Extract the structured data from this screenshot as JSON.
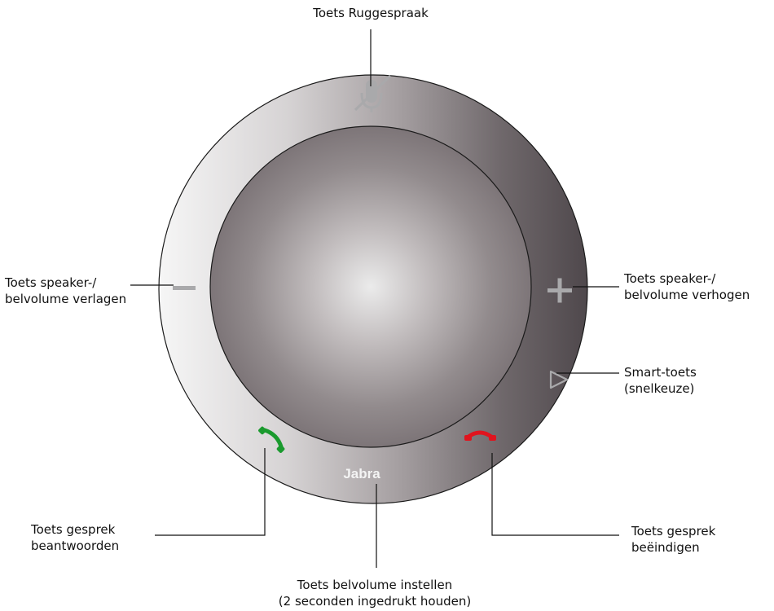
{
  "device": {
    "brand": "Jabra"
  },
  "labels": {
    "mute": {
      "line1": "Toets Ruggespraak"
    },
    "vol_down": {
      "line1": "Toets speaker-/",
      "line2": "belvolume verlagen"
    },
    "vol_up": {
      "line1": "Toets speaker-/",
      "line2": "belvolume verhogen"
    },
    "smart": {
      "line1": "Smart-toets",
      "line2": "(snelkeuze)"
    },
    "answer": {
      "line1": "Toets gesprek",
      "line2": "beantwoorden"
    },
    "end": {
      "line1": "Toets gesprek",
      "line2": "beëindigen"
    },
    "ring_volume": {
      "line1": "Toets belvolume instellen",
      "line2": "(2 seconden ingedrukt houden)"
    }
  },
  "colors": {
    "answer": "#1a9a2e",
    "end": "#e0141e",
    "icon_grey": "#a9a9ab"
  },
  "icons": {
    "mute": "muted-microphone-icon",
    "vol_down": "minus-icon",
    "vol_up": "plus-icon",
    "smart": "play-triangle-icon",
    "answer": "phone-answer-icon",
    "end": "phone-hangup-icon"
  }
}
